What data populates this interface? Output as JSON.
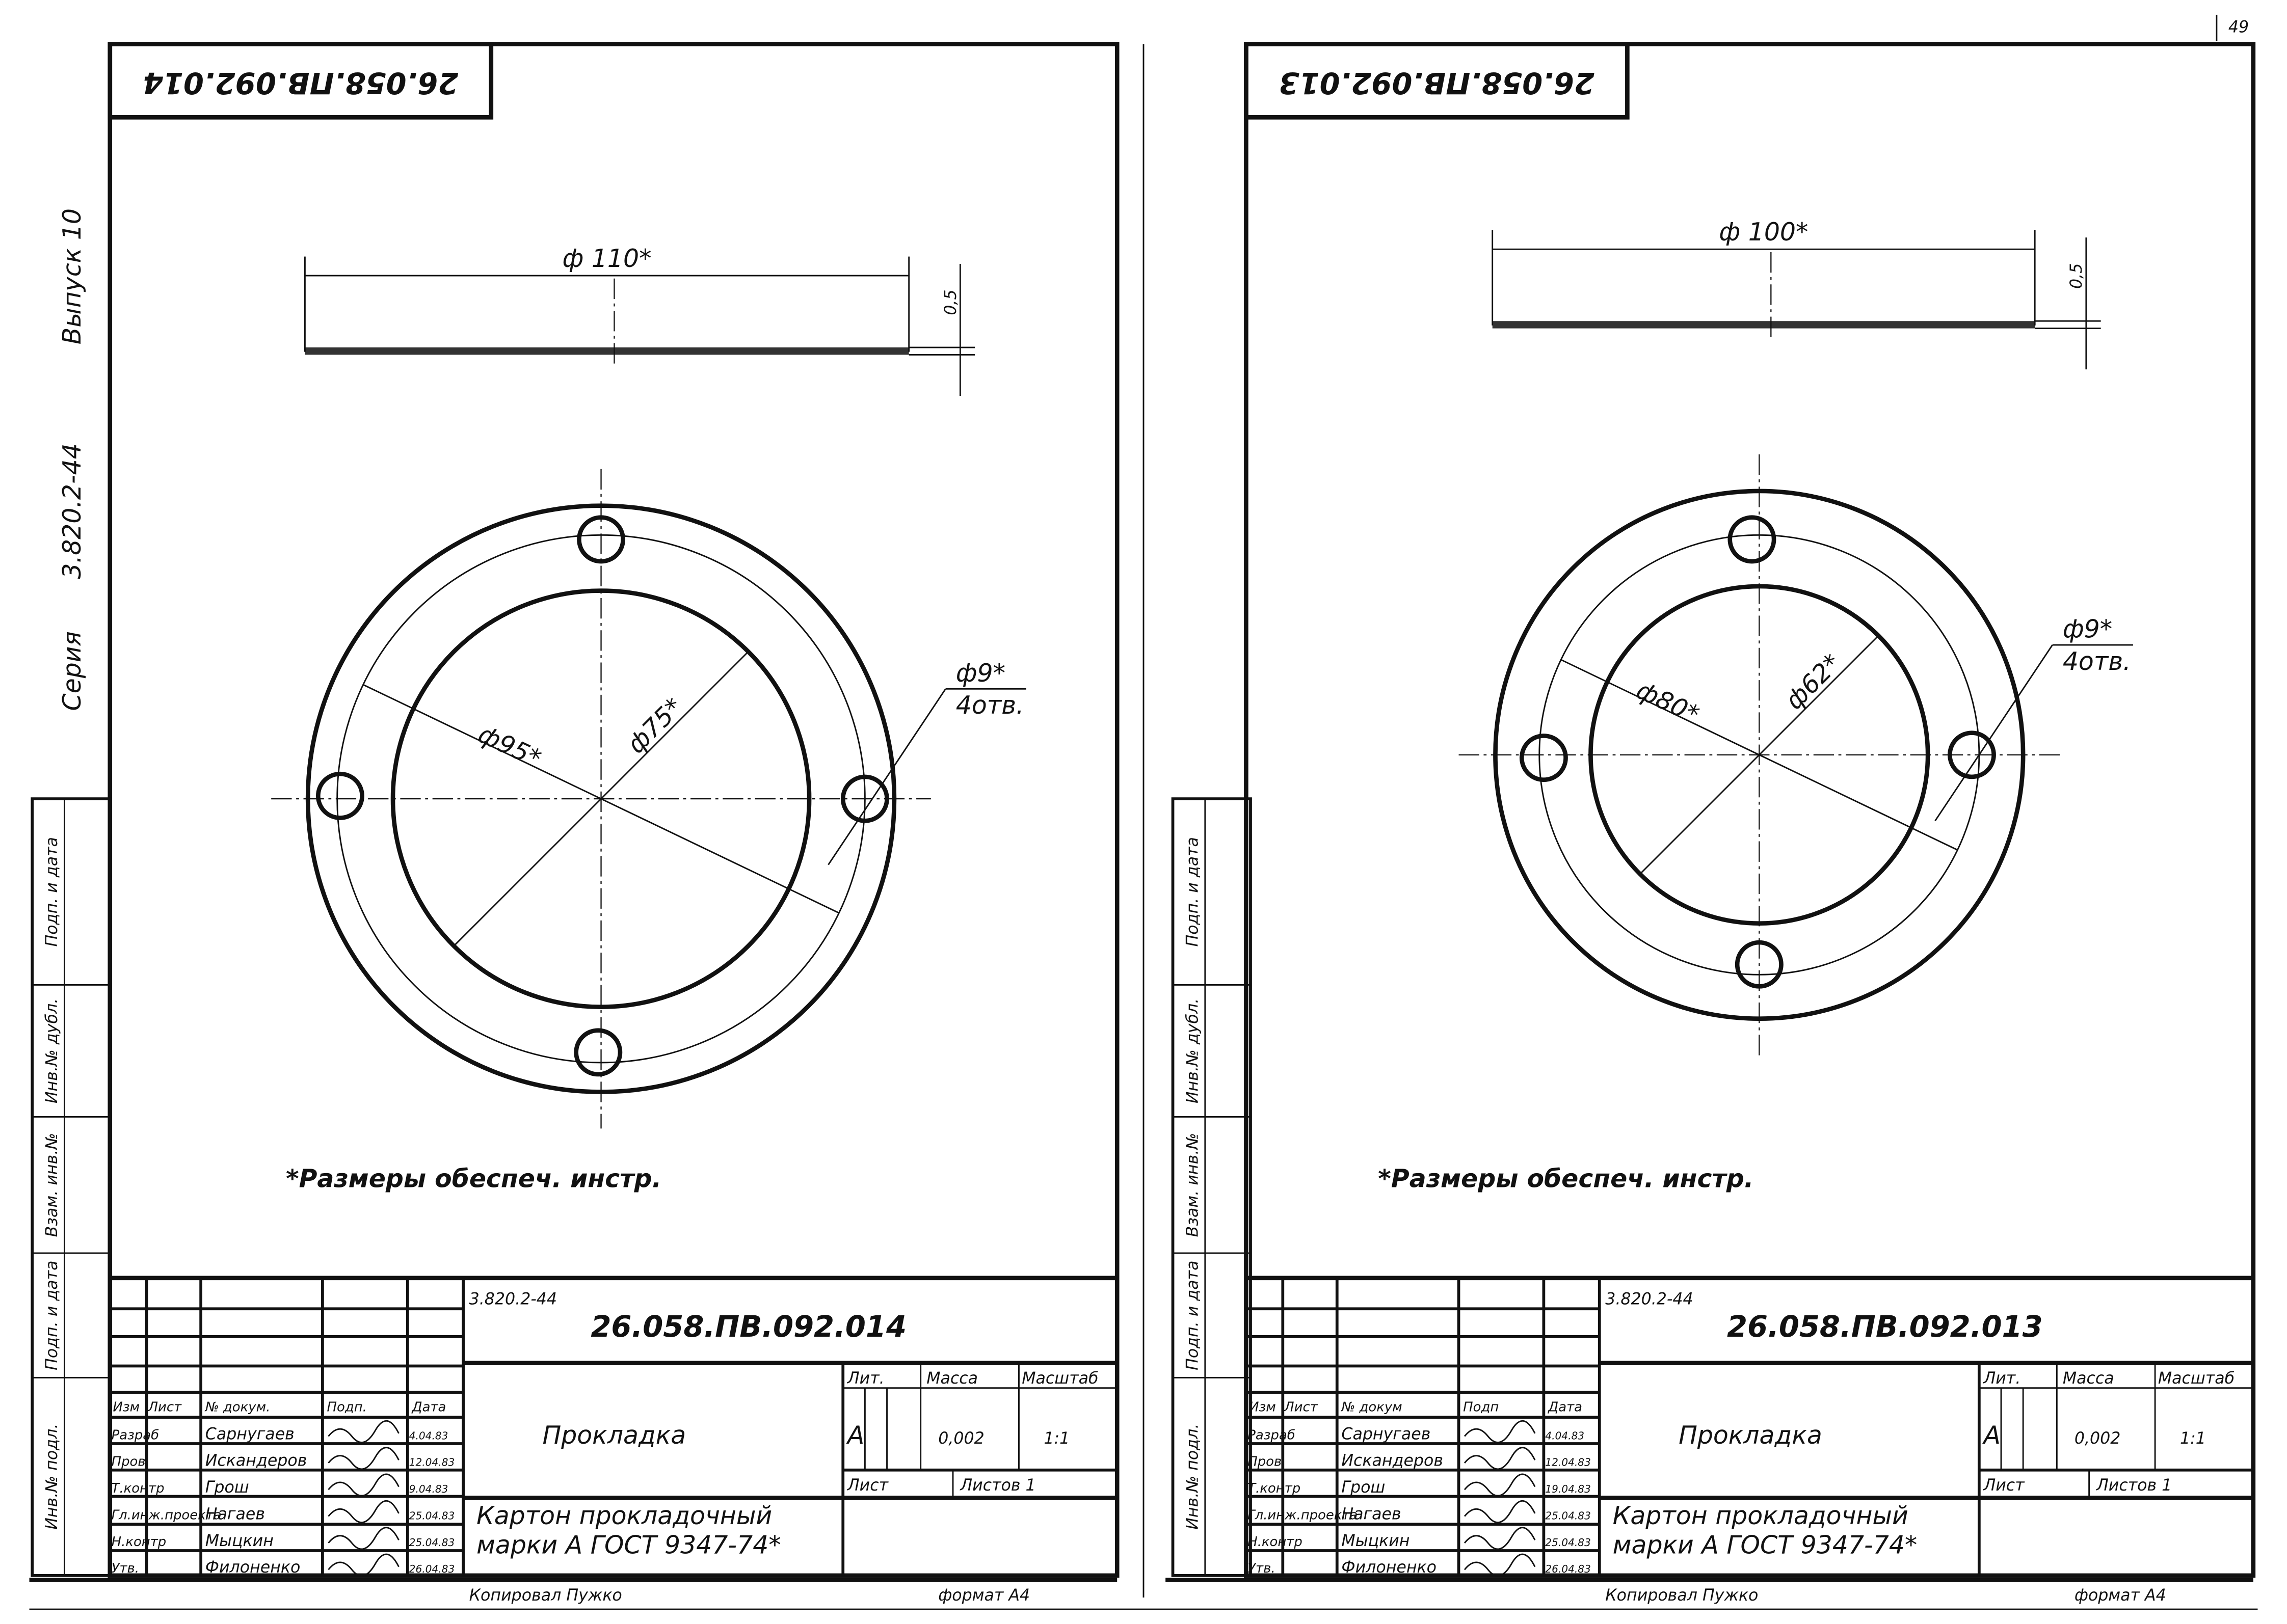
{
  "page_number": "49",
  "margin": {
    "series": "Серия",
    "code": "3.820.2-44",
    "issue": "Выпуск 10"
  },
  "side_strip": [
    "Инв.№ подл.",
    "Подп. и дата",
    "Взам. инв.№",
    "Инв.№ дубл.",
    "Подп. и дата"
  ],
  "sheets": [
    {
      "stamp": "26.058.ПВ.092.014",
      "top_dim": "ф 110*",
      "thickness": "0,5",
      "dim_outer": "ф95*",
      "dim_inner": "ф75*",
      "hole": "ф9*",
      "hole_count": "4отв.",
      "note": "*Размеры обеспеч. инстр.",
      "series_code": "3.820.2-44",
      "doc_code": "26.058.ПВ.092.014",
      "name": "Прокладка",
      "headers": {
        "izm": "Изм",
        "list": "Лист",
        "doc": "№ докум.",
        "sign": "Подп.",
        "date": "Дата",
        "lit": "Лит.",
        "mass": "Масса",
        "scale": "Масштаб",
        "sheet": "Лист",
        "sheets": "Листов 1"
      },
      "lit": "А",
      "mass": "0,002",
      "scale": "1:1",
      "roles": [
        {
          "role": "Разраб",
          "name": "Сарнугаев",
          "date": "4.04.83"
        },
        {
          "role": "Пров.",
          "name": "Искандеров",
          "date": "12.04.83"
        },
        {
          "role": "Т.контр",
          "name": "Грош",
          "date": "9.04.83"
        },
        {
          "role": "Гл.инж.проекта",
          "name": "Нагаев",
          "date": "25.04.83"
        },
        {
          "role": "Н.контр",
          "name": "Мыцкин",
          "date": "25.04.83"
        },
        {
          "role": "Утв.",
          "name": "Филоненко",
          "date": "26.04.83"
        }
      ],
      "material_1": "Картон прокладочный",
      "material_2": "марки А  ГОСТ 9347-74*",
      "copied": "Копировал   Пужко",
      "format": "формат А4"
    },
    {
      "stamp": "26.058.ПВ.092.013",
      "top_dim": "ф 100*",
      "thickness": "0,5",
      "dim_outer": "ф80*",
      "dim_inner": "ф62*",
      "hole": "ф9*",
      "hole_count": "4отв.",
      "note": "*Размеры обеспеч. инстр.",
      "series_code": "3.820.2-44",
      "doc_code": "26.058.ПВ.092.013",
      "name": "Прокладка",
      "headers": {
        "izm": "Изм",
        "list": "Лист",
        "doc": "№ докум",
        "sign": "Подп",
        "date": "Дата",
        "lit": "Лит.",
        "mass": "Масса",
        "scale": "Масштаб",
        "sheet": "Лист",
        "sheets": "Листов 1"
      },
      "lit": "А",
      "mass": "0,002",
      "scale": "1:1",
      "roles": [
        {
          "role": "Разраб",
          "name": "Сарнугаев",
          "date": "4.04.83"
        },
        {
          "role": "Пров.",
          "name": "Искандеров",
          "date": "12.04.83"
        },
        {
          "role": "Т.контр",
          "name": "Грош",
          "date": "19.04.83"
        },
        {
          "role": "Гл.инж.проекта",
          "name": "Нагаев",
          "date": "25.04.83"
        },
        {
          "role": "Н.контр",
          "name": "Мыцкин",
          "date": "25.04.83"
        },
        {
          "role": "Утв.",
          "name": "Филоненко",
          "date": "26.04.83"
        }
      ],
      "material_1": "Картон прокладочный",
      "material_2": "марки А  ГОСТ 9347-74*",
      "copied": "Копировал   Пужко",
      "format": "формат А4"
    }
  ]
}
